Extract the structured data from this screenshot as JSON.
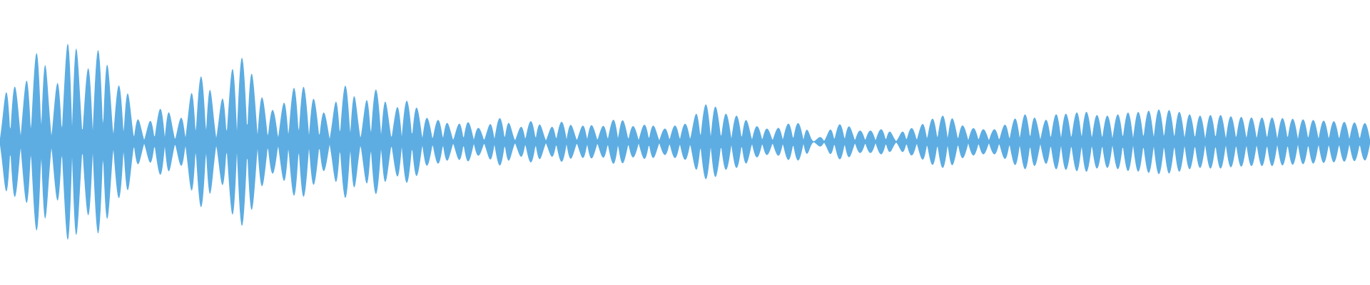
{
  "waveform": {
    "color": "#5dade2",
    "background": "#ffffff",
    "style": "mirrored-amplitude-envelope",
    "peaks": [
      0.22,
      0.52,
      0.35,
      0.6,
      0.81,
      0.33,
      0.58,
      0.95,
      0.47,
      0.69,
      0.78,
      0.4,
      0.5,
      0.23,
      0.11,
      0.21,
      0.31,
      0.13,
      0.24,
      0.5,
      0.55,
      0.22,
      0.44,
      0.7,
      0.65,
      0.42,
      0.28,
      0.23,
      0.38,
      0.48,
      0.4,
      0.28,
      0.18,
      0.42,
      0.48,
      0.2,
      0.43,
      0.41,
      0.2,
      0.34,
      0.32,
      0.22,
      0.16,
      0.19,
      0.1,
      0.18,
      0.13,
      0.09,
      0.18,
      0.2,
      0.08,
      0.15,
      0.18,
      0.08,
      0.15,
      0.17,
      0.09,
      0.16,
      0.1,
      0.15,
      0.2,
      0.14,
      0.11,
      0.16,
      0.09,
      0.12,
      0.14,
      0.15,
      0.28,
      0.32,
      0.24,
      0.21,
      0.21,
      0.13,
      0.12,
      0.09,
      0.13,
      0.16,
      0.14,
      0.02,
      0.05,
      0.13,
      0.15,
      0.09,
      0.09,
      0.09,
      0.11,
      0.04,
      0.11,
      0.11,
      0.17,
      0.2,
      0.22,
      0.15,
      0.11,
      0.11,
      0.09,
      0.11,
      0.16,
      0.21,
      0.23,
      0.15,
      0.2,
      0.24,
      0.21,
      0.26,
      0.22,
      0.21,
      0.21,
      0.23,
      0.24,
      0.24,
      0.26,
      0.26,
      0.25,
      0.23,
      0.21,
      0.21,
      0.22,
      0.21,
      0.2,
      0.2,
      0.19,
      0.2,
      0.19,
      0.19,
      0.18,
      0.18,
      0.17,
      0.17,
      0.16,
      0.16,
      0.15,
      0.15
    ]
  }
}
